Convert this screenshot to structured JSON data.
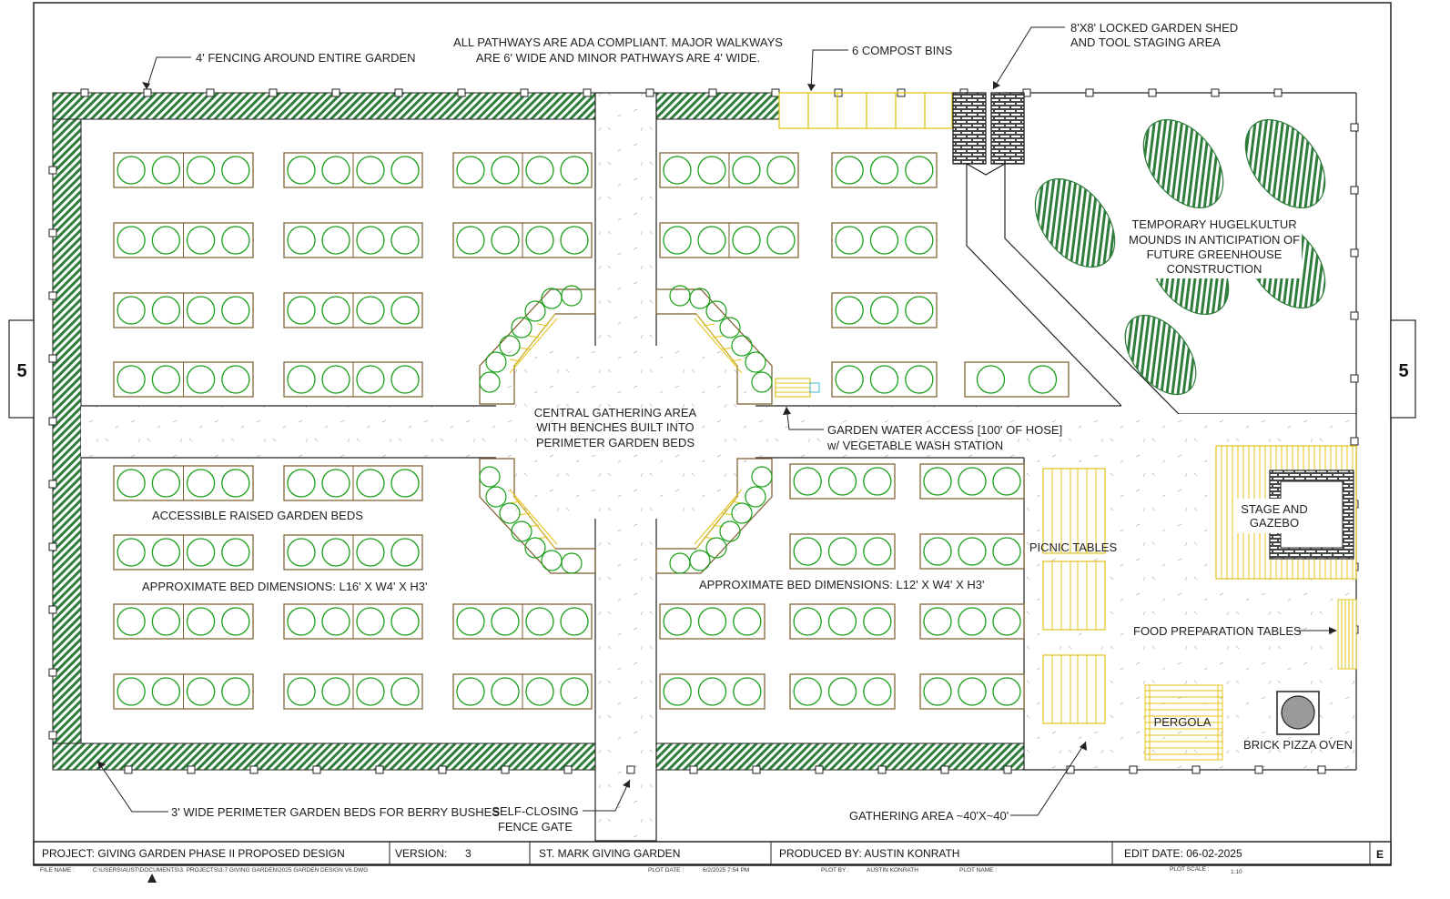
{
  "colors": {
    "fence_green": "#2f7d3c",
    "plant_green": "#19a019",
    "bed_brown": "#7a5a2a",
    "bench_yellow": "#e3c21a",
    "line": "#222222"
  },
  "section_marker": "5",
  "labels": {
    "fencing": "4' FENCING AROUND ENTIRE GARDEN",
    "pathways_1": "ALL PATHWAYS ARE ADA COMPLIANT. MAJOR WALKWAYS",
    "pathways_2": "ARE 6' WIDE AND MINOR PATHWAYS ARE 4' WIDE.",
    "compost": "6 COMPOST BINS",
    "shed_1": "8'X8' LOCKED GARDEN SHED",
    "shed_2": "AND TOOL STAGING AREA",
    "hugel_1": "TEMPORARY HUGELKULTUR",
    "hugel_2": "MOUNDS IN ANTICIPATION OF",
    "hugel_3": "FUTURE GREENHOUSE",
    "hugel_4": "CONSTRUCTION",
    "central_1": "CENTRAL GATHERING AREA",
    "central_2": "WITH BENCHES BUILT INTO",
    "central_3": "PERIMETER GARDEN BEDS",
    "water_1": "GARDEN WATER ACCESS [100' OF HOSE]",
    "water_2": "w/ VEGETABLE WASH STATION",
    "raised_beds": "ACCESSIBLE RAISED GARDEN BEDS",
    "bed_dim_left": "APPROXIMATE BED DIMENSIONS: L16' X W4' X H3'",
    "bed_dim_right": "APPROXIMATE BED DIMENSIONS: L12' X W4' X H3'",
    "picnic": "PICNIC TABLES",
    "stage_1": "STAGE AND",
    "stage_2": "GAZEBO",
    "food_prep": "FOOD PREPARATION TABLES",
    "pergola": "PERGOLA",
    "pizza": "BRICK PIZZA OVEN",
    "perimeter_beds": "3' WIDE PERIMETER GARDEN BEDS FOR BERRY BUSHES",
    "gate_1": "SELF-CLOSING",
    "gate_2": "FENCE GATE",
    "gathering": "GATHERING AREA ~40'X~40'"
  },
  "title_block": {
    "project": "PROJECT:  GIVING GARDEN PHASE II PROPOSED DESIGN",
    "version_label": "VERSION:",
    "version_value": "3",
    "site": "ST. MARK GIVING GARDEN",
    "produced_by": "PRODUCED BY:  AUSTIN KONRATH",
    "edit_date": "EDIT DATE:  06-02-2025",
    "sheet": "E",
    "file_name_label": "FILE NAME :",
    "file_name_value": "C:\\USERS\\AUST\\DOCUMENTS\\3. PROJECTS\\3.7 GIVING GARDEN\\2025 GARDEN DESIGN V6.DWG",
    "plot_date_label": "PLOT DATE :",
    "plot_date_value": "6/2/2025 7:54 PM",
    "plot_by_label": "PLOT BY :",
    "plot_by_value": "AUSTIN KONRATH",
    "plot_name_label": "PLOT NAME :",
    "plot_scale_label": "PLOT SCALE :",
    "plot_scale_value": "1:10"
  }
}
